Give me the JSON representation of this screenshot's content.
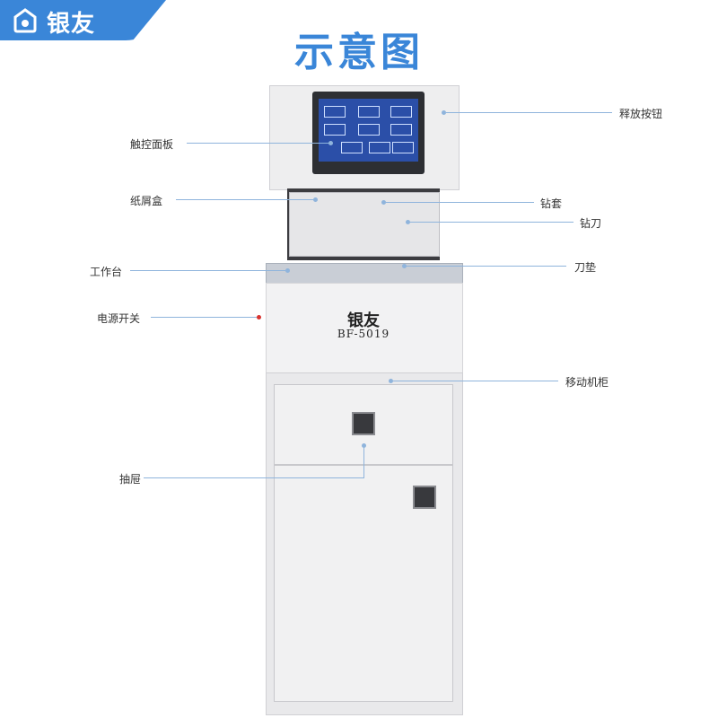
{
  "brand": {
    "name": "银友",
    "model": "BF-5019",
    "color": "#3a86d8"
  },
  "page_title": "示意图",
  "callouts": {
    "release_button": "释放按钮",
    "touch_panel": "触控面板",
    "paper_box": "纸屑盒",
    "drill_sleeve": "钻套",
    "drill_blade": "钻刀",
    "work_table": "工作台",
    "blade_pad": "刀垫",
    "power_switch": "电源开关",
    "mobile_cabinet": "移动机柜",
    "drawer": "抽屉"
  },
  "icons": [
    "brand-logo-icon",
    "drawer-handle-icon",
    "door-handle-icon"
  ]
}
